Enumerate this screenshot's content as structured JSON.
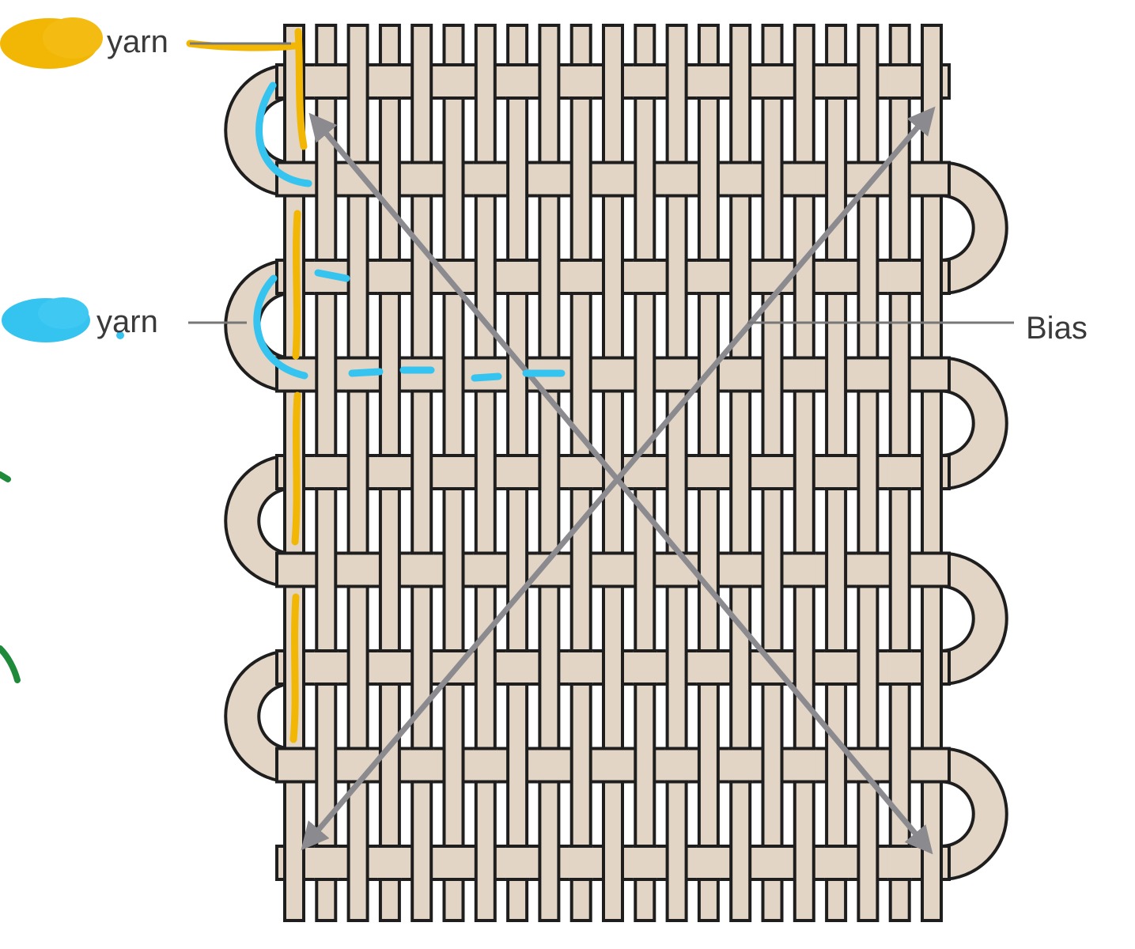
{
  "labels": {
    "warp_label": "yarn",
    "weft_label": "yarn",
    "bias_label": "Bias"
  },
  "colors": {
    "background": "#ffffff",
    "yarn_fill": "#e2d5c5",
    "yarn_outline": "#1e1e1e",
    "warp_highlight": "#f2b705",
    "weft_highlight": "#35c3f0",
    "bias_arrow": "#8a8a8f",
    "leader_line": "#777777",
    "annotation_green": "#1f8a3a",
    "label_text": "#3a3a3a"
  },
  "icons": {
    "bias_arrows": "double-headed-arrow",
    "warp_scribble": "scribble-mark",
    "weft_scribble": "scribble-mark"
  }
}
